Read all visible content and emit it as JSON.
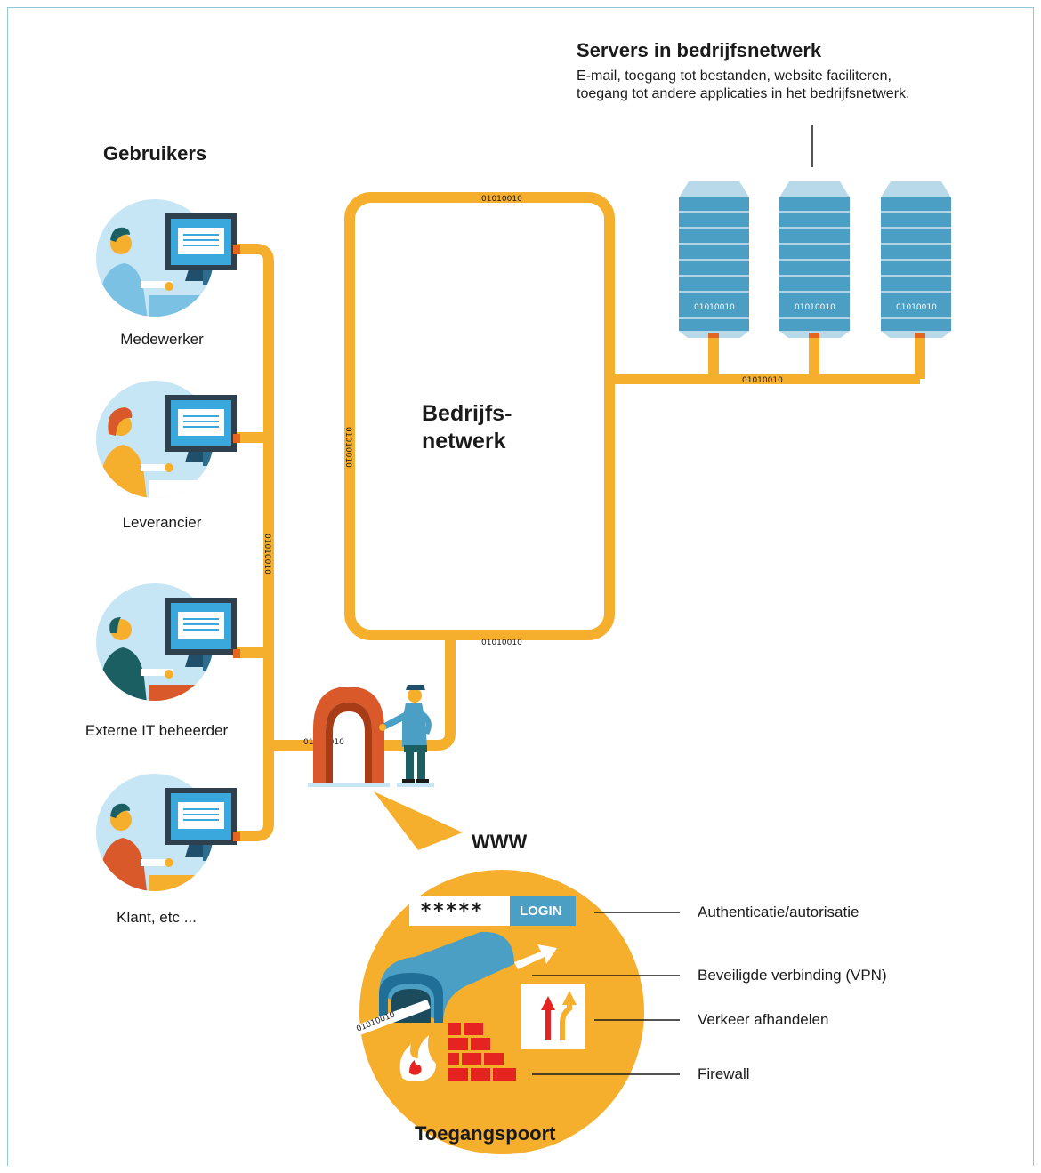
{
  "servers": {
    "title": "Servers in bedrijfsnetwerk",
    "description_line1": "E-mail, toegang tot bestanden, website faciliteren,",
    "description_line2": "toegang tot andere applicaties in het bedrijfsnetwerk.",
    "binary_labels": [
      "01010010",
      "01010010",
      "01010010"
    ]
  },
  "users": {
    "title": "Gebruikers",
    "items": [
      {
        "label": "Medewerker"
      },
      {
        "label": "Leverancier"
      },
      {
        "label": "Externe IT beheerder"
      },
      {
        "label": "Klant, etc ..."
      }
    ]
  },
  "network": {
    "line1": "Bedrijfs-",
    "line2": "netwerk"
  },
  "binary": {
    "top": "01010010",
    "left_vertical": "01010010",
    "bottom": "01010010",
    "server_line": "01010010",
    "users_vertical": "01010010",
    "gate_line": "01010010",
    "tunnel": "01010010"
  },
  "gateway": {
    "title": "Toegangspoort",
    "www": "WWW",
    "password_mask": "*****",
    "login_button": "LOGIN",
    "features": [
      {
        "label": "Authenticatie/autorisatie"
      },
      {
        "label": "Beveiligde verbinding (VPN)"
      },
      {
        "label": "Verkeer afhandelen"
      },
      {
        "label": "Firewall"
      }
    ]
  },
  "colors": {
    "pipe": "#f6ae2d",
    "server": "#4b9ec4",
    "circle_bg": "#c6e6f5",
    "gate": "#d9592a",
    "gateway_circle": "#f6ae2d",
    "firewall": "#e52320"
  }
}
